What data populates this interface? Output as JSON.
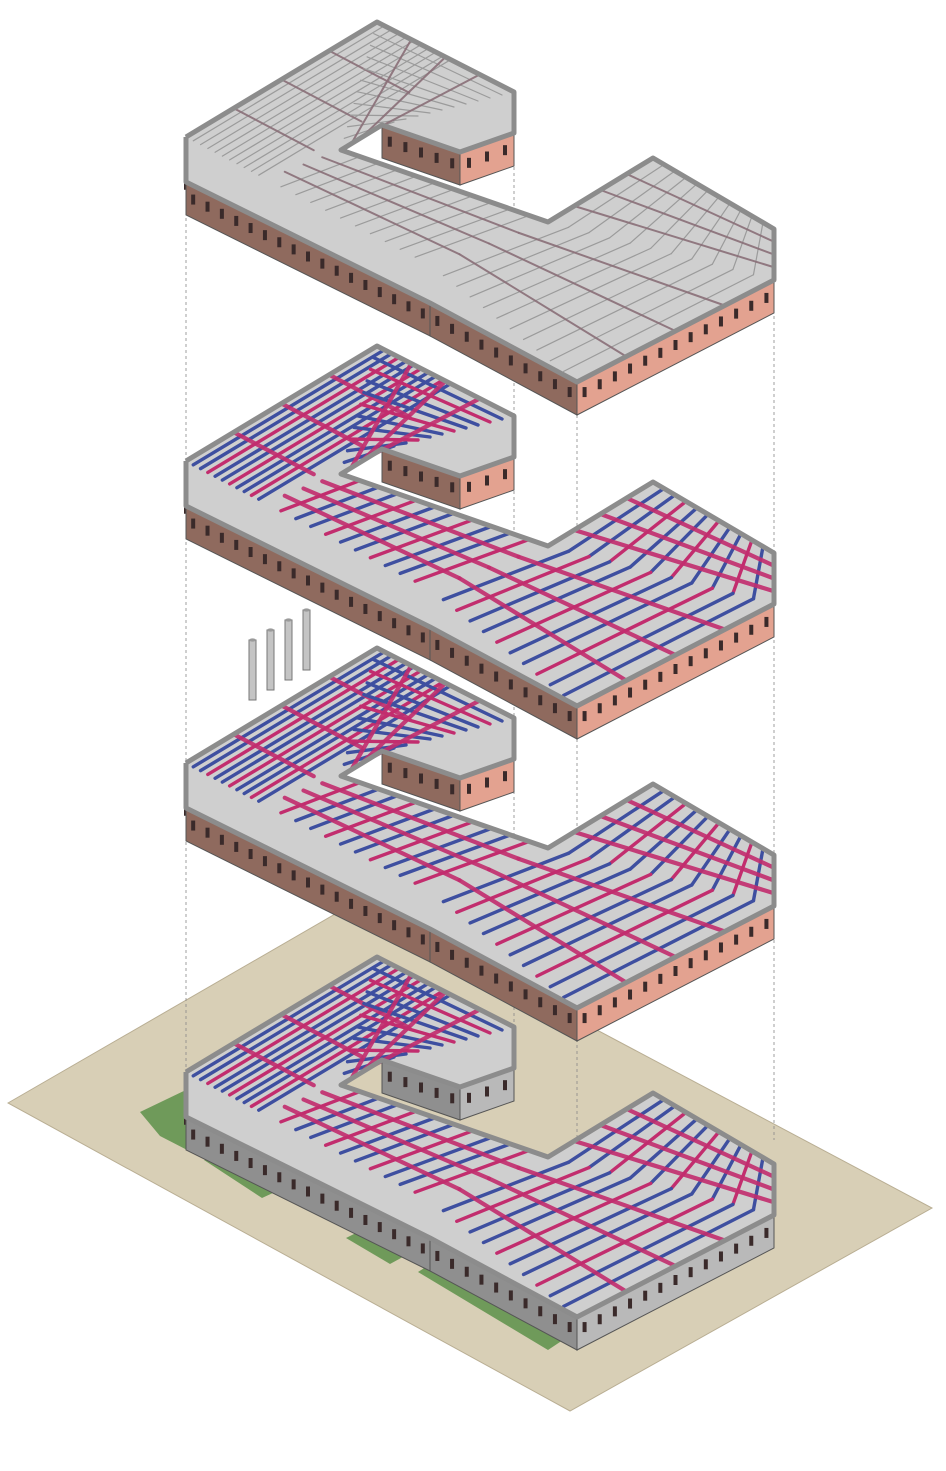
{
  "diagram": {
    "type": "exploded-axonometric",
    "floor_count": 4,
    "colors": {
      "background": "#ffffff",
      "site": "#d8cfb6",
      "lawn": "#6f9a5a",
      "wall_top": "#8c8c8c",
      "wall_brick": "#e3a290",
      "wall_brick_dark": "#8f6a5e",
      "wall_plaster": "#b9b9b9",
      "slab": "#cfcfcf",
      "roof_grid": "#9b9b9b",
      "timber_beam": "#c22d6e",
      "steel_beam": "#3e4fa0",
      "window": "#3a2a2a",
      "guide_line": "#888888"
    },
    "floors": [
      {
        "name": "roof-level",
        "beams": "grey",
        "facade": "brick"
      },
      {
        "name": "second-floor",
        "beams": "mixed",
        "facade": "brick"
      },
      {
        "name": "first-floor",
        "beams": "mixed",
        "facade": "brick",
        "chimneys": 4
      },
      {
        "name": "ground-floor",
        "beams": "mixed",
        "facade": "plaster",
        "site": true
      }
    ]
  }
}
